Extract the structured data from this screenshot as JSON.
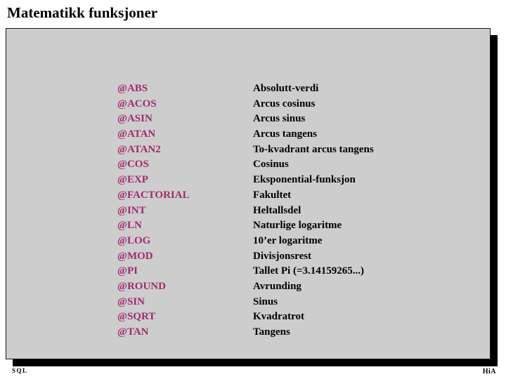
{
  "slide": {
    "title": "Matematikk funksjoner",
    "footer_left": "SQL",
    "footer_right": "HiA"
  },
  "colors": {
    "function_name": "#9e2a6e",
    "panel_background": "#cdcdcd",
    "panel_shadow": "#000000",
    "page_background": "#ffffff"
  },
  "functions": {
    "rows": [
      {
        "name": "@ABS",
        "desc": "Absolutt-verdi"
      },
      {
        "name": "@ACOS",
        "desc": "Arcus cosinus"
      },
      {
        "name": "@ASIN",
        "desc": "Arcus sinus"
      },
      {
        "name": "@ATAN",
        "desc": "Arcus tangens"
      },
      {
        "name": "@ATAN2",
        "desc": "To-kvadrant arcus tangens"
      },
      {
        "name": "@COS",
        "desc": "Cosinus"
      },
      {
        "name": "@EXP",
        "desc": "Eksponential-funksjon"
      },
      {
        "name": "@FACTORIAL",
        "desc": "Fakultet"
      },
      {
        "name": "@INT",
        "desc": "Heltallsdel"
      },
      {
        "name": "@LN",
        "desc": "Naturlige logaritme"
      },
      {
        "name": "@LOG",
        "desc": "10’er logaritme"
      },
      {
        "name": "@MOD",
        "desc": "Divisjonsrest"
      },
      {
        "name": "@PI",
        "desc": "Tallet Pi (=3.14159265...)"
      },
      {
        "name": "@ROUND",
        "desc": "Avrunding"
      },
      {
        "name": "@SIN",
        "desc": "Sinus"
      },
      {
        "name": "@SQRT",
        "desc": "Kvadratrot"
      },
      {
        "name": "@TAN",
        "desc": "Tangens"
      }
    ]
  }
}
